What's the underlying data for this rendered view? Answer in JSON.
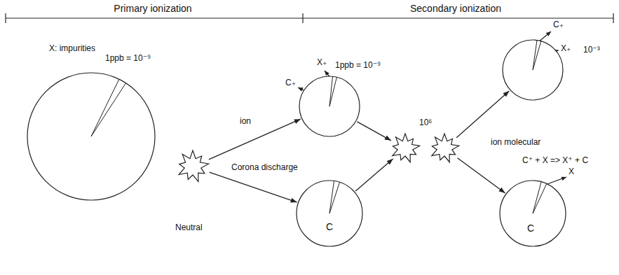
{
  "diagram": {
    "nodes": [
      {
        "text": [
          "X: impurities",
          "1ppb = 10⁻⁹"
        ]
      },
      {
        "text": [
          "Corona discharge"
        ]
      },
      {
        "text": [
          "C₊",
          "X₊",
          "1ppb = 10⁻⁹"
        ]
      },
      {
        "text": [
          "C"
        ]
      },
      {
        "text": [
          "10⁶"
        ]
      },
      {
        "text": [
          "ion molecular"
        ]
      },
      {
        "text": [
          "C₊",
          "X₊",
          "10⁻³"
        ]
      },
      {
        "text": [
          "C",
          "X"
        ]
      }
    ],
    "edges": [
      {
        "from": 1,
        "to": 2,
        "arrow": "to",
        "label": "ion"
      },
      {
        "from": 1,
        "to": 3,
        "arrow": "to",
        "label": "Neutral"
      },
      {
        "from": 2,
        "to": 4,
        "arrow": "to"
      },
      {
        "from": 3,
        "to": 4,
        "arrow": "to"
      },
      {
        "from": 5,
        "to": 6,
        "arrow": "to"
      },
      {
        "from": 5,
        "to": 7,
        "arrow": "to"
      }
    ],
    "labels": [
      "Primary ionization",
      "Secondary ionization",
      "C⁺ + X => X⁺ + C"
    ]
  }
}
